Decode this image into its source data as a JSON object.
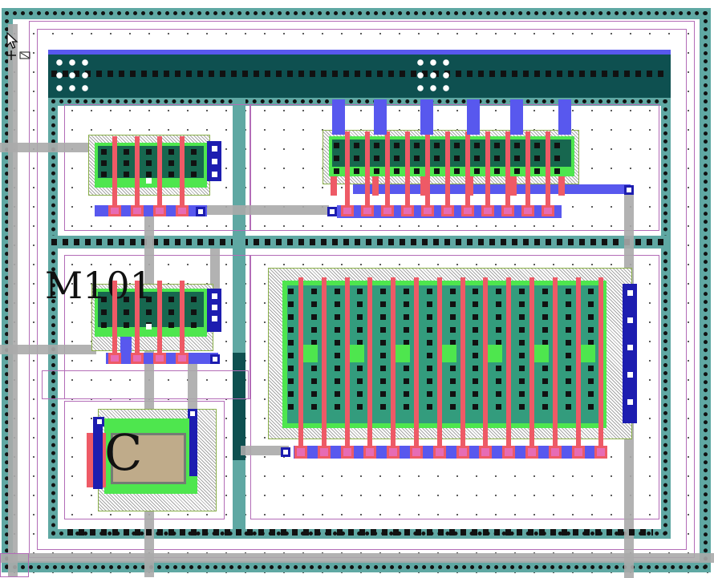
{
  "app": {
    "view": "layout-editor-canvas"
  },
  "labels": {
    "transistor_label": "M101",
    "capacitor_label": "C"
  },
  "icons": {
    "cursor": "arrow-pointer-icon",
    "origin": "origin-crosshair-icon"
  },
  "colors": {
    "metal1": "#5fa8a3",
    "metal2": "#5858ee",
    "metal2_dark": "#1d1db0",
    "poly": "#ee5a66",
    "diffusion": "#4ee64e",
    "via": "#111111",
    "nwell_outline": "#b36cb7",
    "background": "#ffffff"
  }
}
